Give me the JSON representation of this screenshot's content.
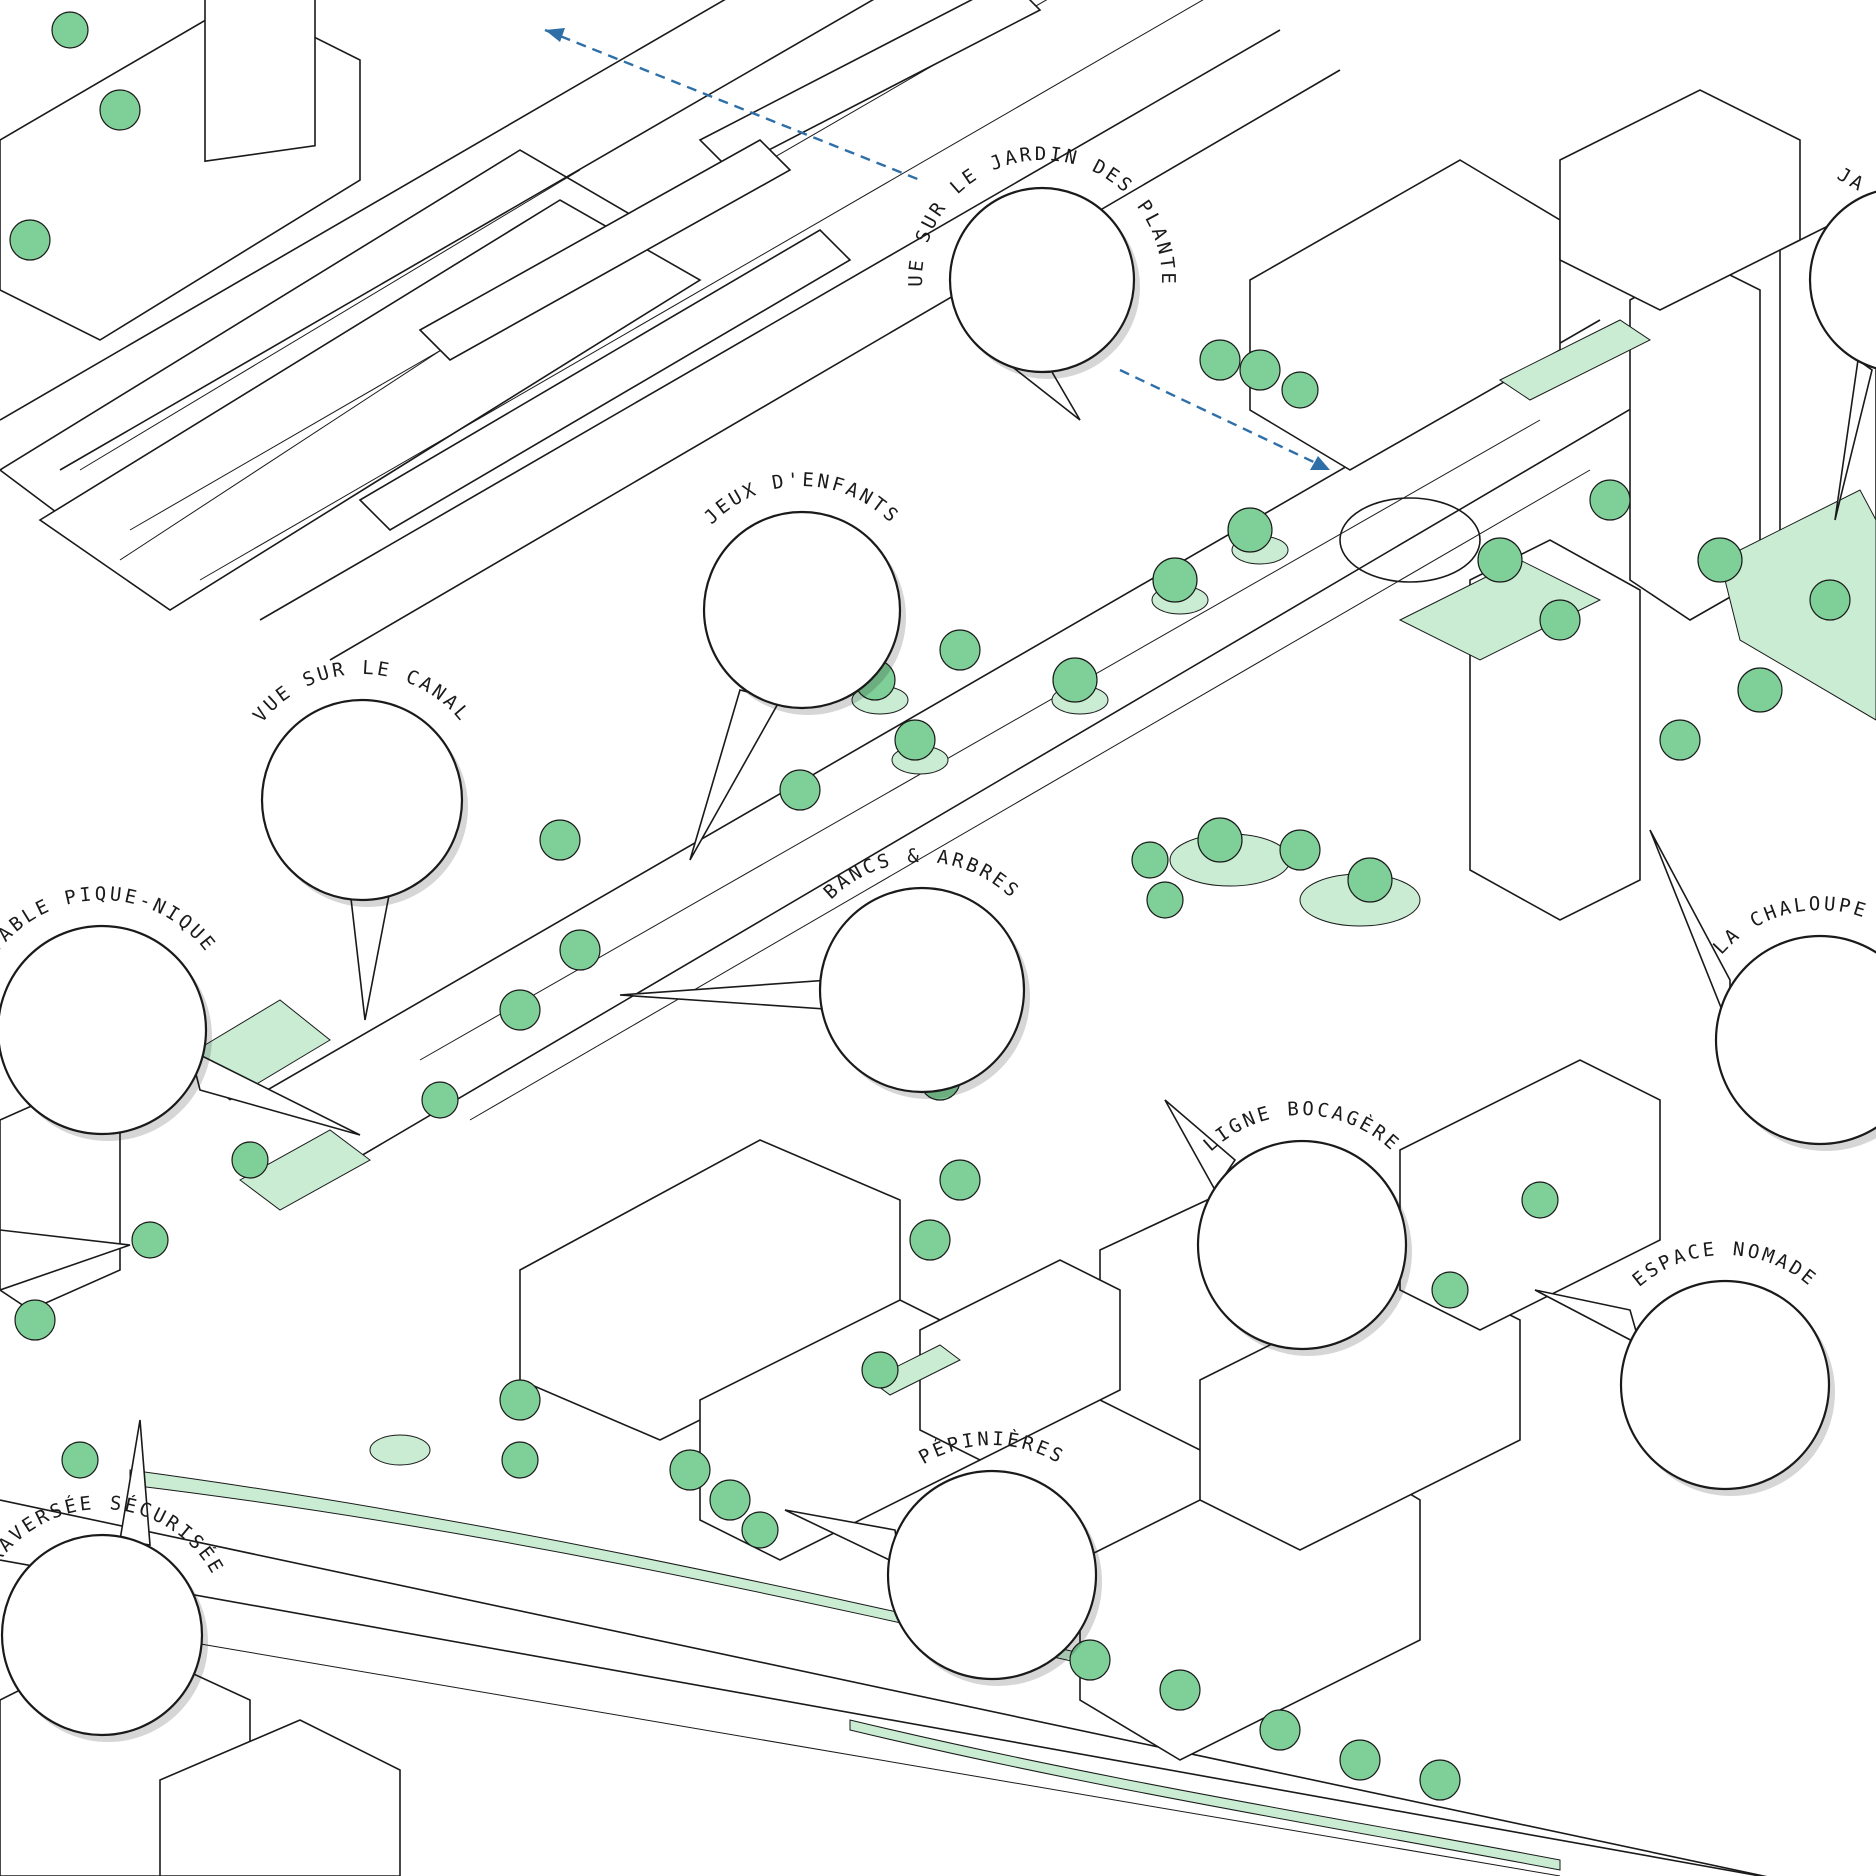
{
  "colors": {
    "green": "#4fbf7d",
    "light_green": "#c9ecd3",
    "red": "#f0462e",
    "yellow": "#f6d73a",
    "blue": "#3bb0d9",
    "ink": "#1a1a1a",
    "arrow_blue": "#2f6fa8"
  },
  "callouts": [
    {
      "id": "jardin",
      "label": "VUE SUR LE JARDIN DES PLANTES",
      "icon": "garden-view-icon"
    },
    {
      "id": "jeux",
      "label": "JEUX D'ENFANTS",
      "icon": "playground-icon"
    },
    {
      "id": "canal",
      "label": "VUE SUR LE CANAL",
      "icon": "canal-view-icon"
    },
    {
      "id": "bancs",
      "label": "BANCS & ARBRES",
      "icon": "bench-tree-icon"
    },
    {
      "id": "pique",
      "label": "TABLE PIQUE-NIQUE",
      "icon": "picnic-table-icon"
    },
    {
      "id": "chaloupe",
      "label": "LA CHALOUPE",
      "icon": "cafe-icon"
    },
    {
      "id": "bocagere",
      "label": "LIGNE BOCAGÈRE",
      "icon": "hedgerow-icon"
    },
    {
      "id": "nomade",
      "label": "ESPACE NOMADE",
      "icon": "umbrella-table-icon"
    },
    {
      "id": "pepinieres",
      "label": "PÉPINIÈRES",
      "icon": "planter-icon"
    },
    {
      "id": "traversee",
      "label": "TRAVERSÉE SÉCURISÉE",
      "icon": "crosswalk-icon"
    },
    {
      "id": "edge",
      "label": "JA",
      "icon": "tree-icon"
    }
  ]
}
